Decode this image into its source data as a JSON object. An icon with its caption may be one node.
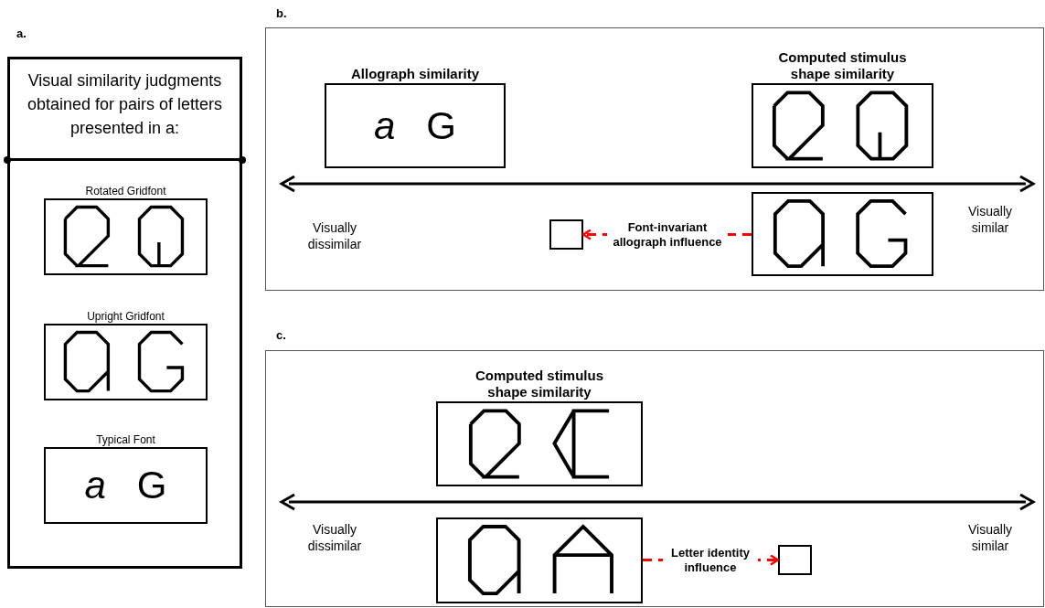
{
  "diagram": {
    "nodes": [
      {
        "text": [
          "Visual similarity judgments obtained for pairs of letters presented in a:"
        ]
      },
      {
        "text": [
          "Rotated Gridfont"
        ],
        "in": 0
      },
      {
        "text": [
          "Upright Gridfont"
        ],
        "in": 0
      },
      {
        "text": [
          "Typical Font",
          "a",
          "G"
        ],
        "in": 0
      },
      {
        "text": [],
        "shape": "box"
      },
      {
        "text": [
          "Allograph similarity",
          "a",
          "G"
        ],
        "in": 4
      },
      {
        "text": [
          "Computed stimulus shape similarity"
        ],
        "in": 4
      },
      {
        "text": [],
        "shape": "picture",
        "in": 4
      },
      {
        "text": [],
        "shape": "box",
        "in": 4
      },
      {
        "text": [],
        "shape": "box"
      },
      {
        "text": [
          "Computed stimulus shape similarity"
        ],
        "in": 9
      },
      {
        "text": [],
        "shape": "picture",
        "in": 9
      },
      {
        "text": [],
        "shape": "box",
        "in": 9
      }
    ],
    "edges": [
      {
        "from": 7,
        "to": 8,
        "arrow": "to",
        "label": "Font-invariant allograph influence",
        "style": "dashed",
        "color": "#ff0000"
      },
      {
        "from": 11,
        "to": 12,
        "arrow": "to",
        "label": "Letter identity influence",
        "style": "dashed",
        "color": "#ff0000"
      }
    ],
    "labels": [
      "a.",
      "b.",
      "Visually dissimilar",
      "Visually similar",
      "c.",
      "Visually dissimilar",
      "Visually similar"
    ]
  }
}
